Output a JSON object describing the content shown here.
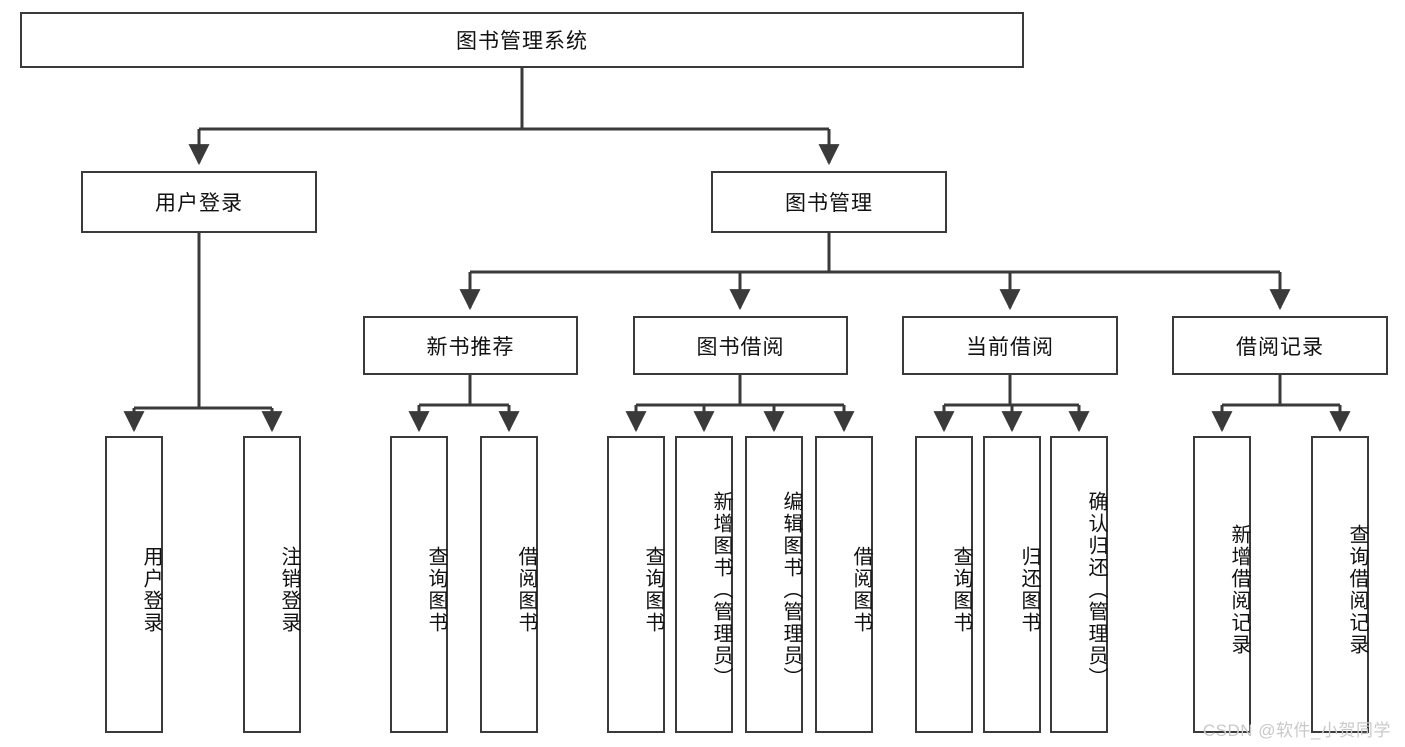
{
  "diagram": {
    "type": "tree-hierarchy",
    "title": "图书管理系统",
    "root": {
      "id": "root",
      "label": "图书管理系统"
    },
    "level1": [
      {
        "id": "user-login",
        "label": "用户登录"
      },
      {
        "id": "book-manage",
        "label": "图书管理"
      }
    ],
    "level2": [
      {
        "id": "new-book-rec",
        "label": "新书推荐",
        "parent": "book-manage"
      },
      {
        "id": "book-borrow",
        "label": "图书借阅",
        "parent": "book-manage"
      },
      {
        "id": "current-borrow",
        "label": "当前借阅",
        "parent": "book-manage"
      },
      {
        "id": "borrow-record",
        "label": "借阅记录",
        "parent": "book-manage"
      }
    ],
    "leaves": [
      {
        "id": "leaf-user-login",
        "label": "用户登录",
        "parent": "user-login"
      },
      {
        "id": "leaf-logout",
        "label": "注销登录",
        "parent": "user-login"
      },
      {
        "id": "leaf-query-book-1",
        "label": "查询图书",
        "parent": "new-book-rec"
      },
      {
        "id": "leaf-borrow-book-1",
        "label": "借阅图书",
        "parent": "new-book-rec"
      },
      {
        "id": "leaf-query-book-2",
        "label": "查询图书",
        "parent": "book-borrow"
      },
      {
        "id": "leaf-add-book",
        "label": "新增图书（管理员）",
        "parent": "book-borrow"
      },
      {
        "id": "leaf-edit-book",
        "label": "编辑图书（管理员）",
        "parent": "book-borrow"
      },
      {
        "id": "leaf-borrow-book-2",
        "label": "借阅图书",
        "parent": "book-borrow"
      },
      {
        "id": "leaf-query-book-3",
        "label": "查询图书",
        "parent": "current-borrow"
      },
      {
        "id": "leaf-return-book",
        "label": "归还图书",
        "parent": "current-borrow"
      },
      {
        "id": "leaf-confirm-return",
        "label": "确认归还（管理员）",
        "parent": "current-borrow"
      },
      {
        "id": "leaf-add-record",
        "label": "新增借阅记录",
        "parent": "borrow-record"
      },
      {
        "id": "leaf-query-record",
        "label": "查询借阅记录",
        "parent": "borrow-record"
      }
    ]
  },
  "watermark": {
    "text": "CSDN @软件_小贺同学"
  },
  "colors": {
    "border": "#3a3a3a",
    "background": "#ffffff",
    "text": "#111111",
    "watermark": "#c9c9c9"
  }
}
